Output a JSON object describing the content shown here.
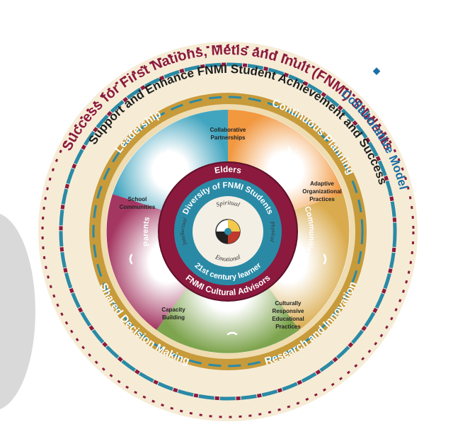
{
  "outer_ring": {
    "top_arc": "Success for First Nations, Métis and Inuit (FNMI) Students",
    "right_arc": "Collaborative Model"
  },
  "second_ring": {
    "arc": "Support and Enhance FNMI Student Achievement and Success"
  },
  "gold_ring": {
    "leadership": "Leadership",
    "continuous_planning": "Continuous Planning",
    "shared_decision_making": "Shared Decision Making",
    "research_innovation": "Research and Innovation"
  },
  "wheel_segments": {
    "collaborative_partnerships_1": "Collaborative",
    "collaborative_partnerships_2": "Partnerships",
    "adaptive_1": "Adaptive",
    "adaptive_2": "Organizational",
    "adaptive_3": "Practices",
    "culturally_1": "Culturally",
    "culturally_2": "Responsive",
    "culturally_3": "Educational",
    "culturally_4": "Practices",
    "capacity_1": "Capacity",
    "capacity_2": "Building",
    "school_1": "School",
    "school_2": "Communities"
  },
  "maroon_ring": {
    "elders": "Elders",
    "communities": "Communities",
    "fnmi_cultural_advisors": "FNMI Cultural Advisors",
    "parents": "Parents"
  },
  "teal_ring": {
    "diversity": "Diversity of FNMI Students",
    "learner": "21st century learner"
  },
  "center": {
    "spiritual": "Spiritual",
    "physical": "Physical",
    "emotional": "Emotional",
    "intellectual": "Intellectual"
  },
  "colors": {
    "maroon": "#8b1a3e",
    "teal": "#2a8aa6",
    "gold": "#c79a3a",
    "beige": "#f1e1c0",
    "dark_text": "#1e1e1e",
    "blue_text": "#1c6ea4",
    "segment_teal": "#2d9bb8",
    "segment_orange": "#f08c2a",
    "segment_gold": "#d6a23a",
    "segment_green": "#6f9a3a",
    "segment_maroon": "#9a2050"
  }
}
